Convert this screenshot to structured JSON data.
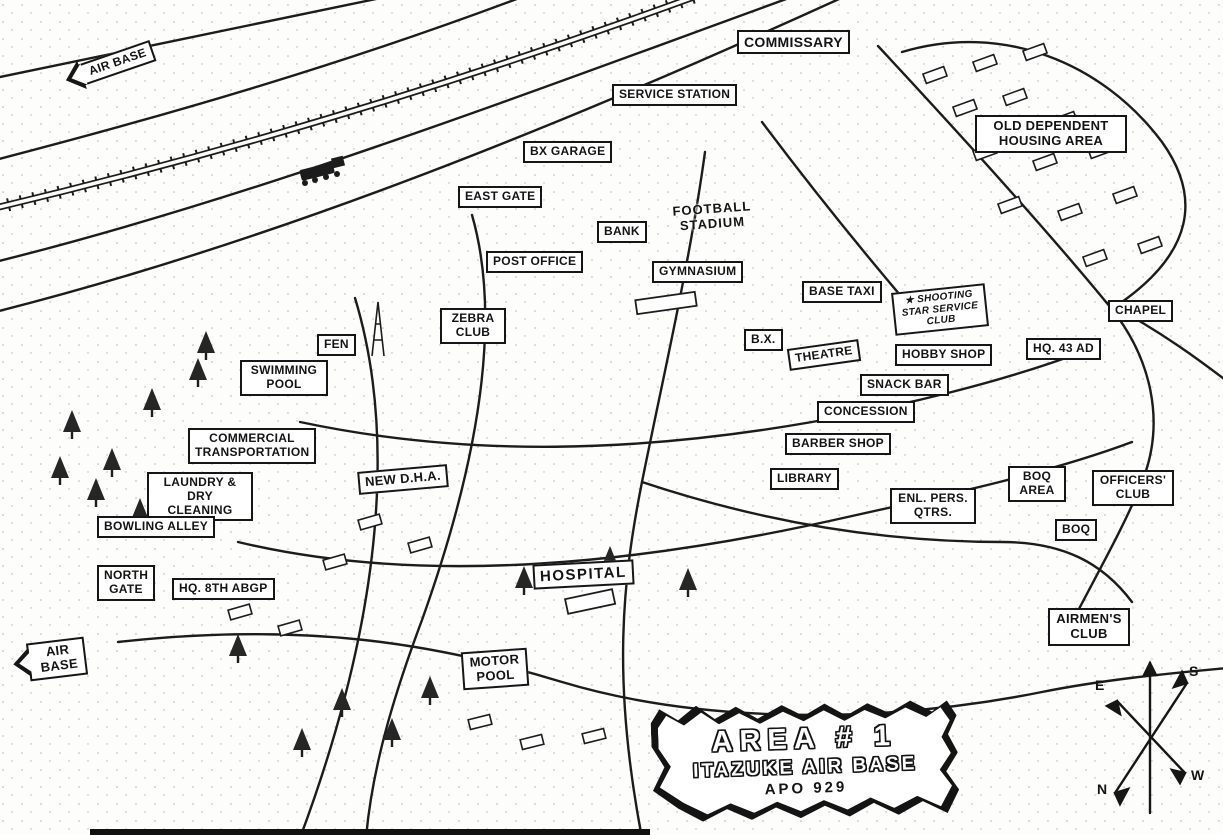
{
  "map": {
    "title": {
      "area": "AREA # 1",
      "base": "ITAZUKE AIR BASE",
      "apo": "APO 929"
    },
    "icons": {
      "star": "★"
    },
    "labels": {
      "air_base_ne": "AIR BASE",
      "commissary": "COMMISSARY",
      "service_station": "SERVICE STATION",
      "bx_garage": "BX GARAGE",
      "east_gate": "EAST GATE",
      "old_dependent_housing": "OLD DEPENDENT HOUSING AREA",
      "football_stadium": "FOOTBALL STADIUM",
      "bank": "BANK",
      "post_office": "POST OFFICE",
      "gymnasium": "GYMNASIUM",
      "base_taxi": "BASE TAXI",
      "chapel": "CHAPEL",
      "zebra_club": "ZEBRA CLUB",
      "fen": "FEN",
      "shooting_star_service_club": "SHOOTING STAR SERVICE CLUB",
      "hq_43_ad": "HQ. 43 AD",
      "bx": "B.X.",
      "theatre": "THEATRE",
      "hobby_shop": "HOBBY SHOP",
      "snack_bar": "SNACK BAR",
      "concession": "CONCESSION",
      "swimming_pool": "SWIMMING POOL",
      "commercial_transportation": "COMMERCIAL TRANSPORTATION",
      "laundry_dry_cleaning": "LAUNDRY & DRY CLEANING",
      "new_dha": "NEW D.H.A.",
      "barber_shop": "BARBER SHOP",
      "library": "LIBRARY",
      "bowling_alley": "BOWLING ALLEY",
      "enl_pers_qtrs": "ENL. PERS. QTRS.",
      "boq_area": "BOQ AREA",
      "officers_club": "OFFICERS' CLUB",
      "boq": "BOQ",
      "north_gate": "NORTH GATE",
      "hq_8th_abgp": "HQ. 8TH ABGP",
      "hospital": "HOSPITAL",
      "airmens_club": "AIRMEN'S CLUB",
      "air_base_sw": "AIR BASE",
      "motor_pool": "MOTOR POOL"
    },
    "compass": {
      "n": "N",
      "s": "S",
      "e": "E",
      "w": "W"
    }
  }
}
